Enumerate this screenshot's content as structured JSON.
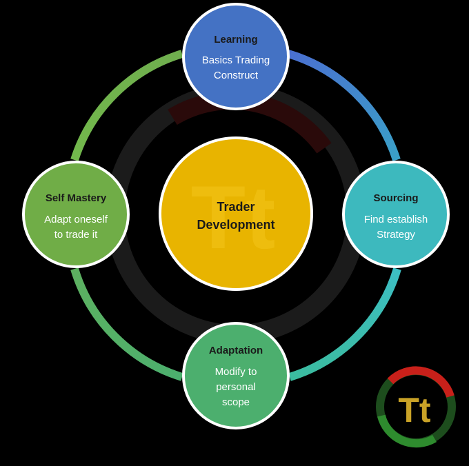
{
  "center": {
    "title_line1": "Trader",
    "title_line2": "Development",
    "watermark_text": "Tt"
  },
  "nodes": {
    "learning": {
      "title": "Learning",
      "line1": "Basics Trading",
      "line2": "Construct",
      "color": "#4472C4"
    },
    "sourcing": {
      "title": "Sourcing",
      "line1": "Find establish",
      "line2": "Strategy",
      "color": "#3DB9BE"
    },
    "adaptation": {
      "title": "Adaptation",
      "line1": "Modify to",
      "line2": "personal",
      "line3": "scope",
      "color": "#4CAF6E"
    },
    "self_mastery": {
      "title": "Self Mastery",
      "line1": "Adapt oneself",
      "line2": "to trade it",
      "color": "#70AD47"
    }
  },
  "logo": {
    "text": "Tt"
  },
  "colors": {
    "center_fill": "#E8B400",
    "node_border": "#FFFFFF",
    "background": "#000000",
    "title_text": "#1a1a1a"
  }
}
